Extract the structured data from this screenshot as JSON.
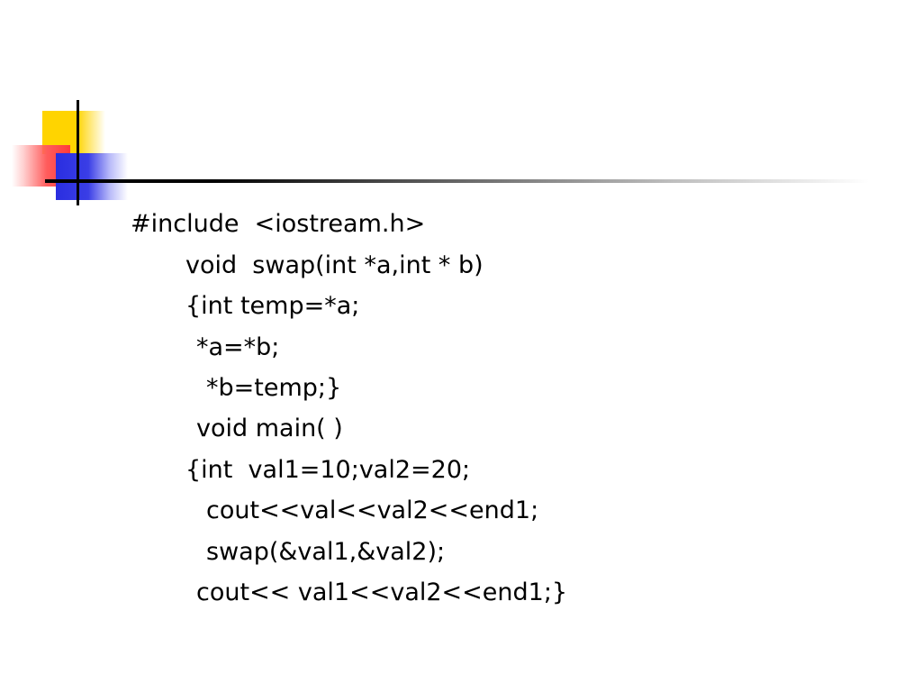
{
  "slide": {
    "code_lines": [
      "#include  <iostream.h>",
      "void  swap(int *a,int * b)",
      "{int temp=*a;",
      "*a=*b;",
      "*b=temp;}",
      "void main( )",
      "{int  val1=10;val2=20;",
      "cout<<val<<val2<<end1;",
      "swap(&val1,&val2);",
      "cout<< val1<<val2<<end1;}"
    ]
  },
  "colors": {
    "yellow": "#ffd400",
    "red": "#ff3a3a",
    "blue": "#2a2ee0",
    "text": "#000000"
  }
}
